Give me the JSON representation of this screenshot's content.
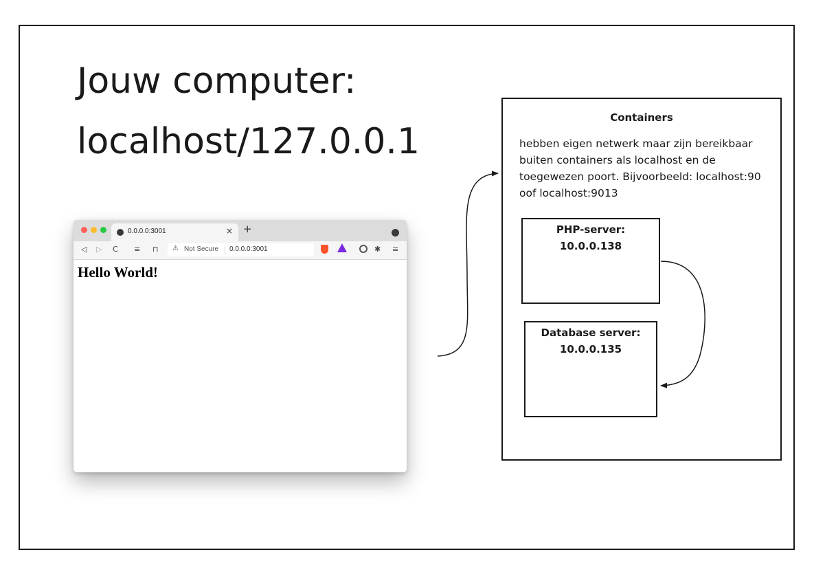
{
  "title": {
    "line1": "Jouw computer:",
    "line2": "localhost/127.0.0.1"
  },
  "browser": {
    "tab_title": "0.0.0.0:3001",
    "tab_close": "×",
    "new_tab": "+",
    "toolbar": {
      "back": "◁",
      "forward": "▷",
      "reload": "C",
      "reader": "≡",
      "bookmark": "⊓",
      "not_secure": "Not Secure",
      "url": "0.0.0.0:3001",
      "puzzle": "✱",
      "menu": "≡"
    },
    "page_heading": "Hello World!"
  },
  "containers": {
    "title": "Containers",
    "description": "hebben eigen netwerk maar zijn bereikbaar buiten containers als localhost en de toegewezen poort. Bijvoorbeeld: localhost:90 oof localhost:9013",
    "php_server": {
      "label": "PHP-server:",
      "ip": "10.0.0.138"
    },
    "database_server": {
      "label": "Database server:",
      "ip": "10.0.0.135"
    }
  },
  "colors": {
    "stroke": "#1a1a1a",
    "traffic_red": "#fe5f57",
    "traffic_yellow": "#febc2e",
    "traffic_green": "#28c840",
    "brave_orange": "#fb542b",
    "rewards_purple": "#7a2ae0"
  }
}
